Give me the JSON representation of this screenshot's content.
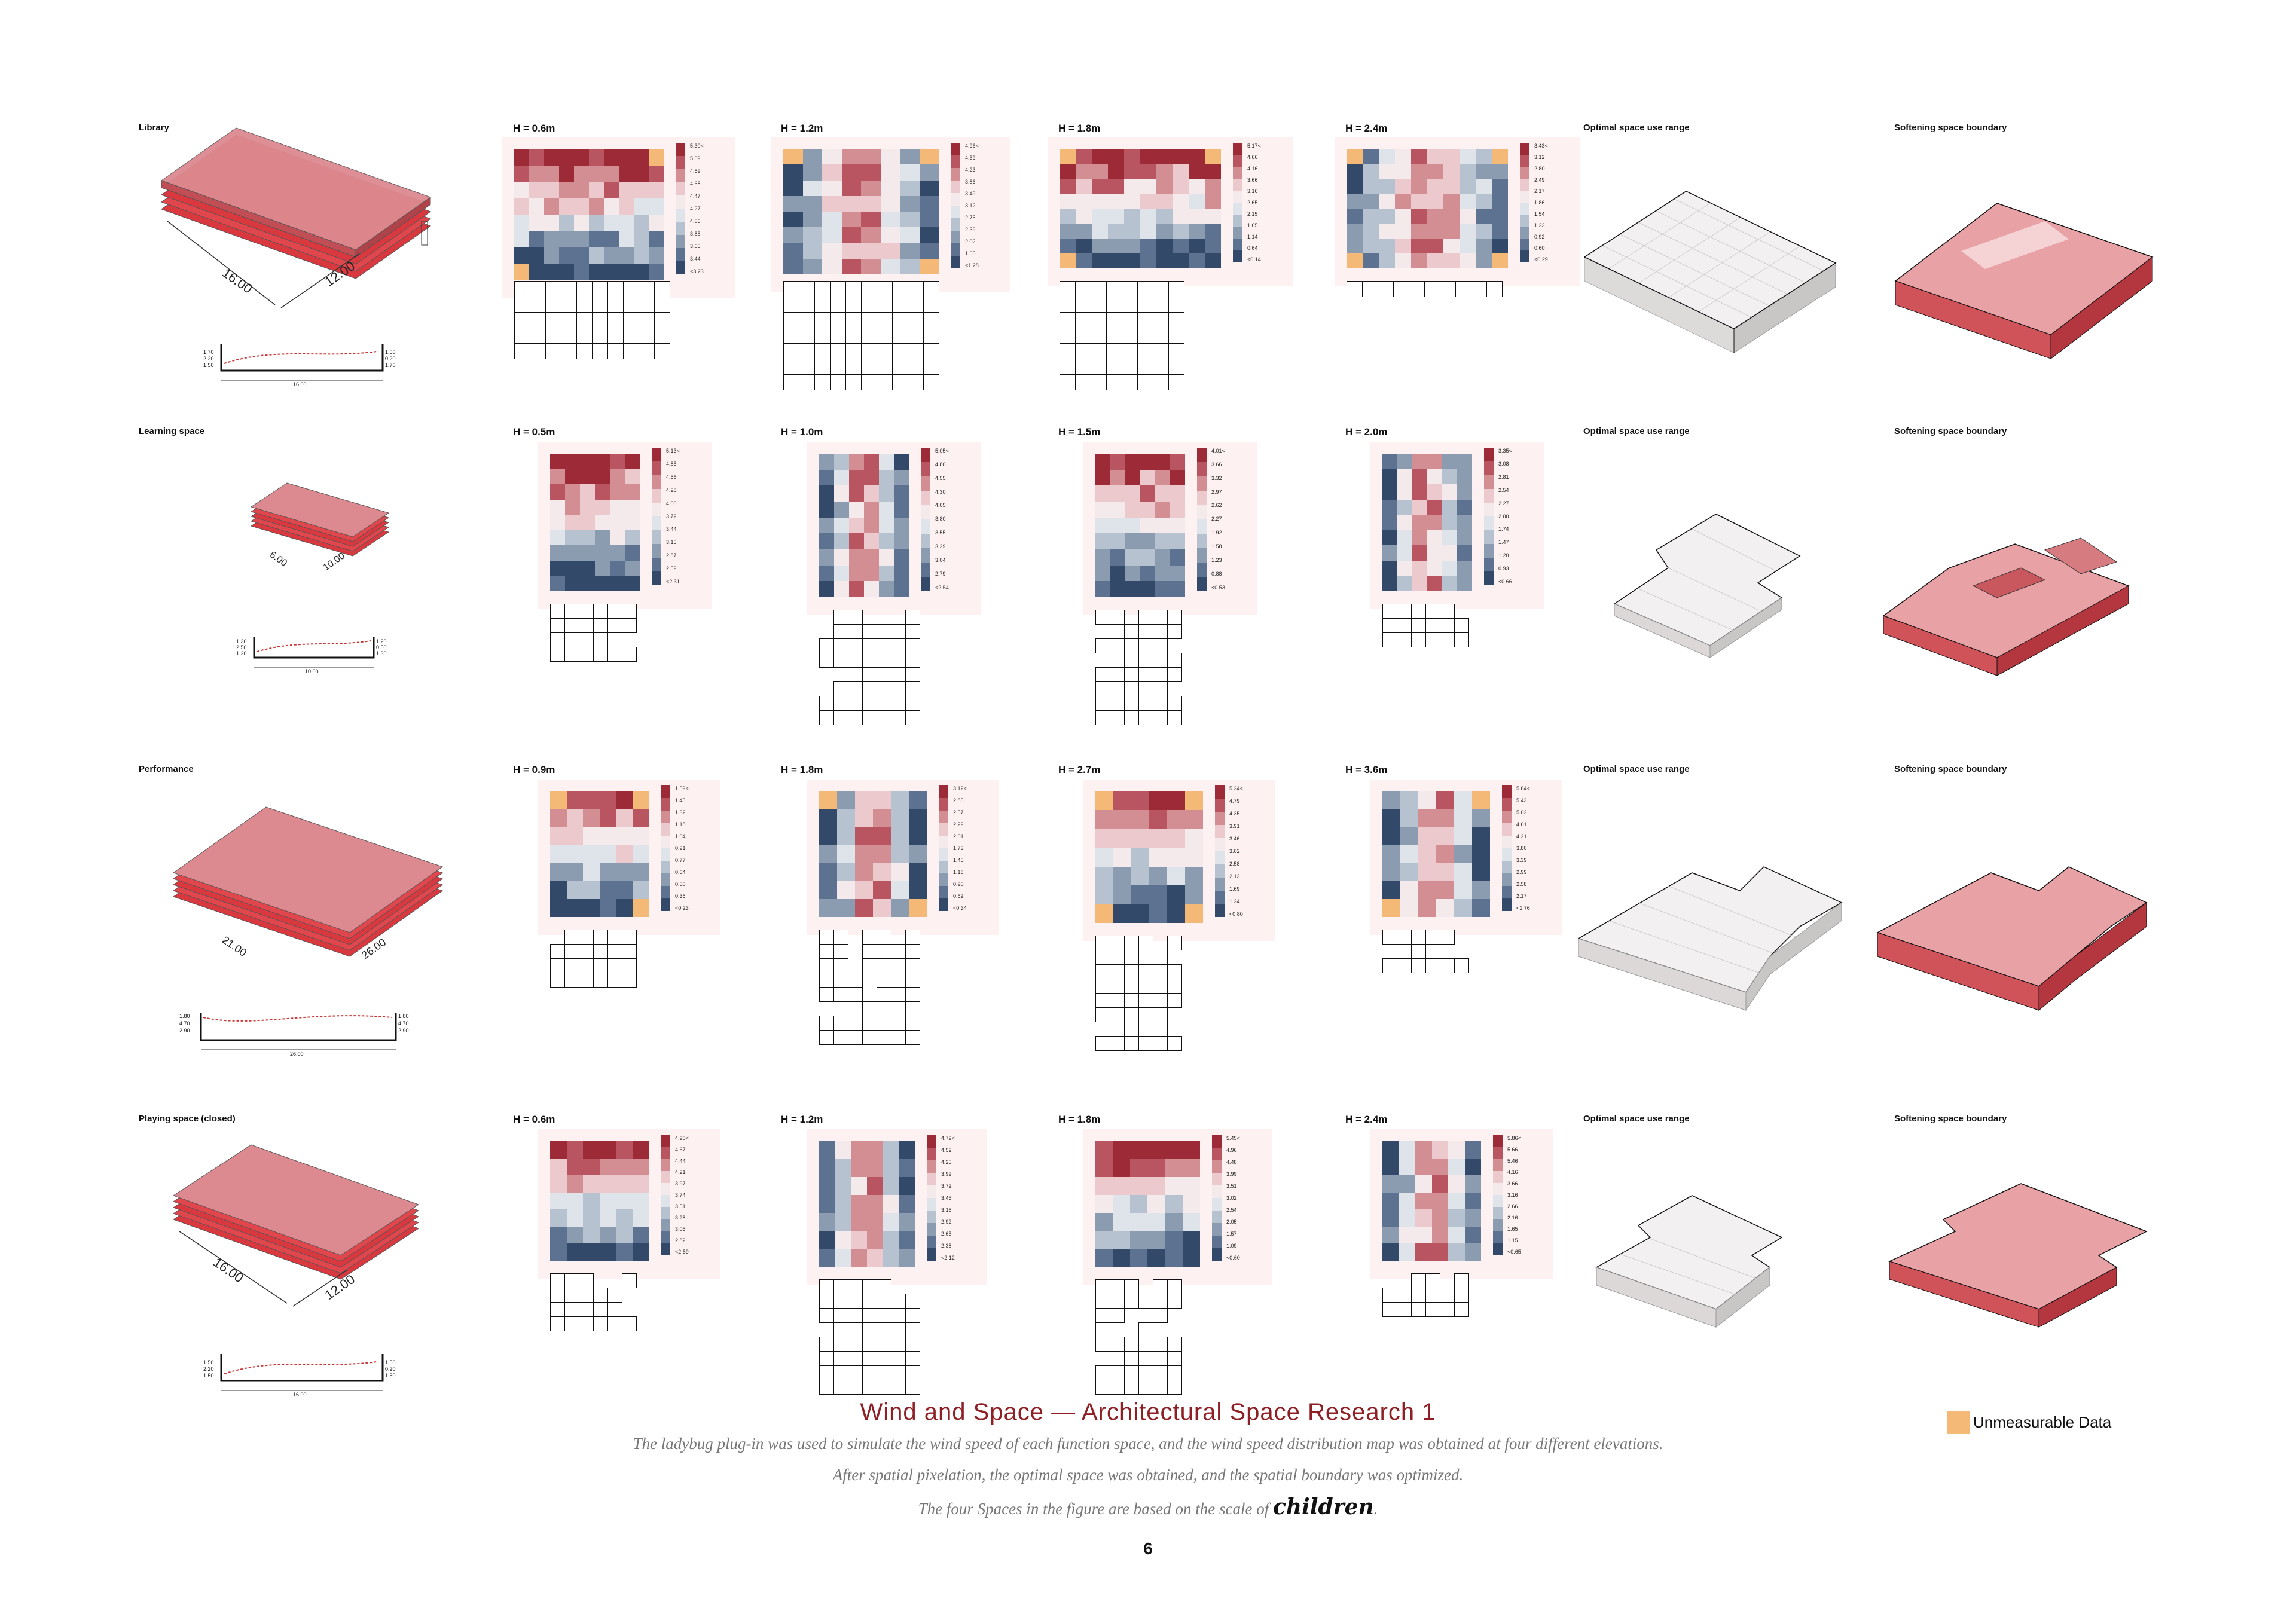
{
  "colors": {
    "accent": "#8e1f24",
    "unmeasurable": "#f5b977",
    "heat_red": "#9d2b37",
    "heat_blue": "#2f4866"
  },
  "column_heads": {
    "optimal": "Optimal space use range",
    "softening": "Softening space boundary"
  },
  "rows": [
    {
      "title": "Library",
      "dims": [
        "16.00",
        "12.00"
      ],
      "section": {
        "length": "16.00",
        "left": [
          "1.70",
          "2.20",
          "1.50"
        ],
        "right": [
          "1.50",
          "0.20",
          "1.70"
        ]
      },
      "heights": [
        "H = 0.6m",
        "H = 1.2m",
        "H = 1.8m",
        "H = 2.4m"
      ],
      "legends": [
        [
          "5.30<",
          "5.09",
          "4.89",
          "4.68",
          "4.47",
          "4.27",
          "4.06",
          "3.85",
          "3.65",
          "3.44",
          "<3.23"
        ],
        [
          "4.96<",
          "4.59",
          "4.23",
          "3.86",
          "3.49",
          "3.12",
          "2.75",
          "2.39",
          "2.02",
          "1.65",
          "<1.28"
        ],
        [
          "5.17<",
          "4.66",
          "4.16",
          "3.66",
          "3.16",
          "2.65",
          "2.15",
          "1.65",
          "1.14",
          "0.64",
          "<0.14"
        ],
        [
          "3.43<",
          "3.12",
          "2.80",
          "2.49",
          "2.17",
          "1.86",
          "1.54",
          "1.23",
          "0.92",
          "0.60",
          "<0.29"
        ]
      ]
    },
    {
      "title": "Learning space",
      "dims": [
        "6.00",
        "10.00"
      ],
      "section": {
        "length": "10.00",
        "left": [
          "1.30",
          "2.50",
          "1.20"
        ],
        "right": [
          "1.20",
          "0.50",
          "1.30"
        ]
      },
      "heights": [
        "H = 0.5m",
        "H = 1.0m",
        "H = 1.5m",
        "H = 2.0m"
      ],
      "legends": [
        [
          "5.13<",
          "4.85",
          "4.56",
          "4.28",
          "4.00",
          "3.72",
          "3.44",
          "3.15",
          "2.87",
          "2.59",
          "<2.31"
        ],
        [
          "5.05<",
          "4.80",
          "4.55",
          "4.30",
          "4.05",
          "3.80",
          "3.55",
          "3.29",
          "3.04",
          "2.79",
          "<2.54"
        ],
        [
          "4.01<",
          "3.66",
          "3.32",
          "2.97",
          "2.62",
          "2.27",
          "1.92",
          "1.58",
          "1.23",
          "0.88",
          "<0.53"
        ],
        [
          "3.35<",
          "3.08",
          "2.81",
          "2.54",
          "2.27",
          "2.00",
          "1.74",
          "1.47",
          "1.20",
          "0.93",
          "<0.66"
        ]
      ]
    },
    {
      "title": "Performance",
      "dims": [
        "21.00",
        "26.00"
      ],
      "section": {
        "length": "26.00",
        "left": [
          "1.80",
          "4.70",
          "2.90"
        ],
        "right": [
          "1.80",
          "4.70",
          "2.90"
        ]
      },
      "heights": [
        "H = 0.9m",
        "H = 1.8m",
        "H = 2.7m",
        "H = 3.6m"
      ],
      "legends": [
        [
          "1.59<",
          "1.45",
          "1.32",
          "1.18",
          "1.04",
          "0.91",
          "0.77",
          "0.64",
          "0.50",
          "0.36",
          "<0.23"
        ],
        [
          "3.12<",
          "2.85",
          "2.57",
          "2.29",
          "2.01",
          "1.73",
          "1.45",
          "1.18",
          "0.90",
          "0.62",
          "<0.34"
        ],
        [
          "5.24<",
          "4.79",
          "4.35",
          "3.91",
          "3.46",
          "3.02",
          "2.58",
          "2.13",
          "1.69",
          "1.24",
          "<0.80"
        ],
        [
          "5.84<",
          "5.43",
          "5.02",
          "4.61",
          "4.21",
          "3.80",
          "3.39",
          "2.99",
          "2.58",
          "2.17",
          "<1.76"
        ]
      ]
    },
    {
      "title": "Playing space (closed)",
      "dims": [
        "16.00",
        "12.00"
      ],
      "section": {
        "length": "16.00",
        "left": [
          "1.50",
          "2.20",
          "1.50"
        ],
        "right": [
          "1.50",
          "0.20",
          "1.50"
        ]
      },
      "heights": [
        "H = 0.6m",
        "H = 1.2m",
        "H = 1.8m",
        "H = 2.4m"
      ],
      "legends": [
        [
          "4.90<",
          "4.67",
          "4.44",
          "4.21",
          "3.97",
          "3.74",
          "3.51",
          "3.28",
          "3.05",
          "2.82",
          "<2.59"
        ],
        [
          "4.79<",
          "4.52",
          "4.25",
          "3.99",
          "3.72",
          "3.45",
          "3.18",
          "2.92",
          "2.65",
          "2.38",
          "<2.12"
        ],
        [
          "5.45<",
          "4.96",
          "4.48",
          "3.99",
          "3.51",
          "3.02",
          "2.54",
          "2.05",
          "1.57",
          "1.09",
          "<0.60"
        ],
        [
          "5.86<",
          "5.66",
          "5.46",
          "4.16",
          "3.66",
          "3.16",
          "2.66",
          "2.16",
          "1.65",
          "1.15",
          "<0.65"
        ]
      ]
    }
  ],
  "footer": {
    "title": "Wind and Space — Architectural Space Research 1",
    "line1": "The ladybug plug-in was used to simulate the wind speed of each function space, and the wind speed distribution map was obtained at four different elevations.",
    "line2": "After spatial pixelation, the optimal space was obtained, and the spatial boundary was optimized.",
    "line3_pre": "The four Spaces in the figure are based on the scale of",
    "line3_em": "children",
    "line3_post": ".",
    "page": "6",
    "unmeasurable": "Unmeasurable Data"
  }
}
